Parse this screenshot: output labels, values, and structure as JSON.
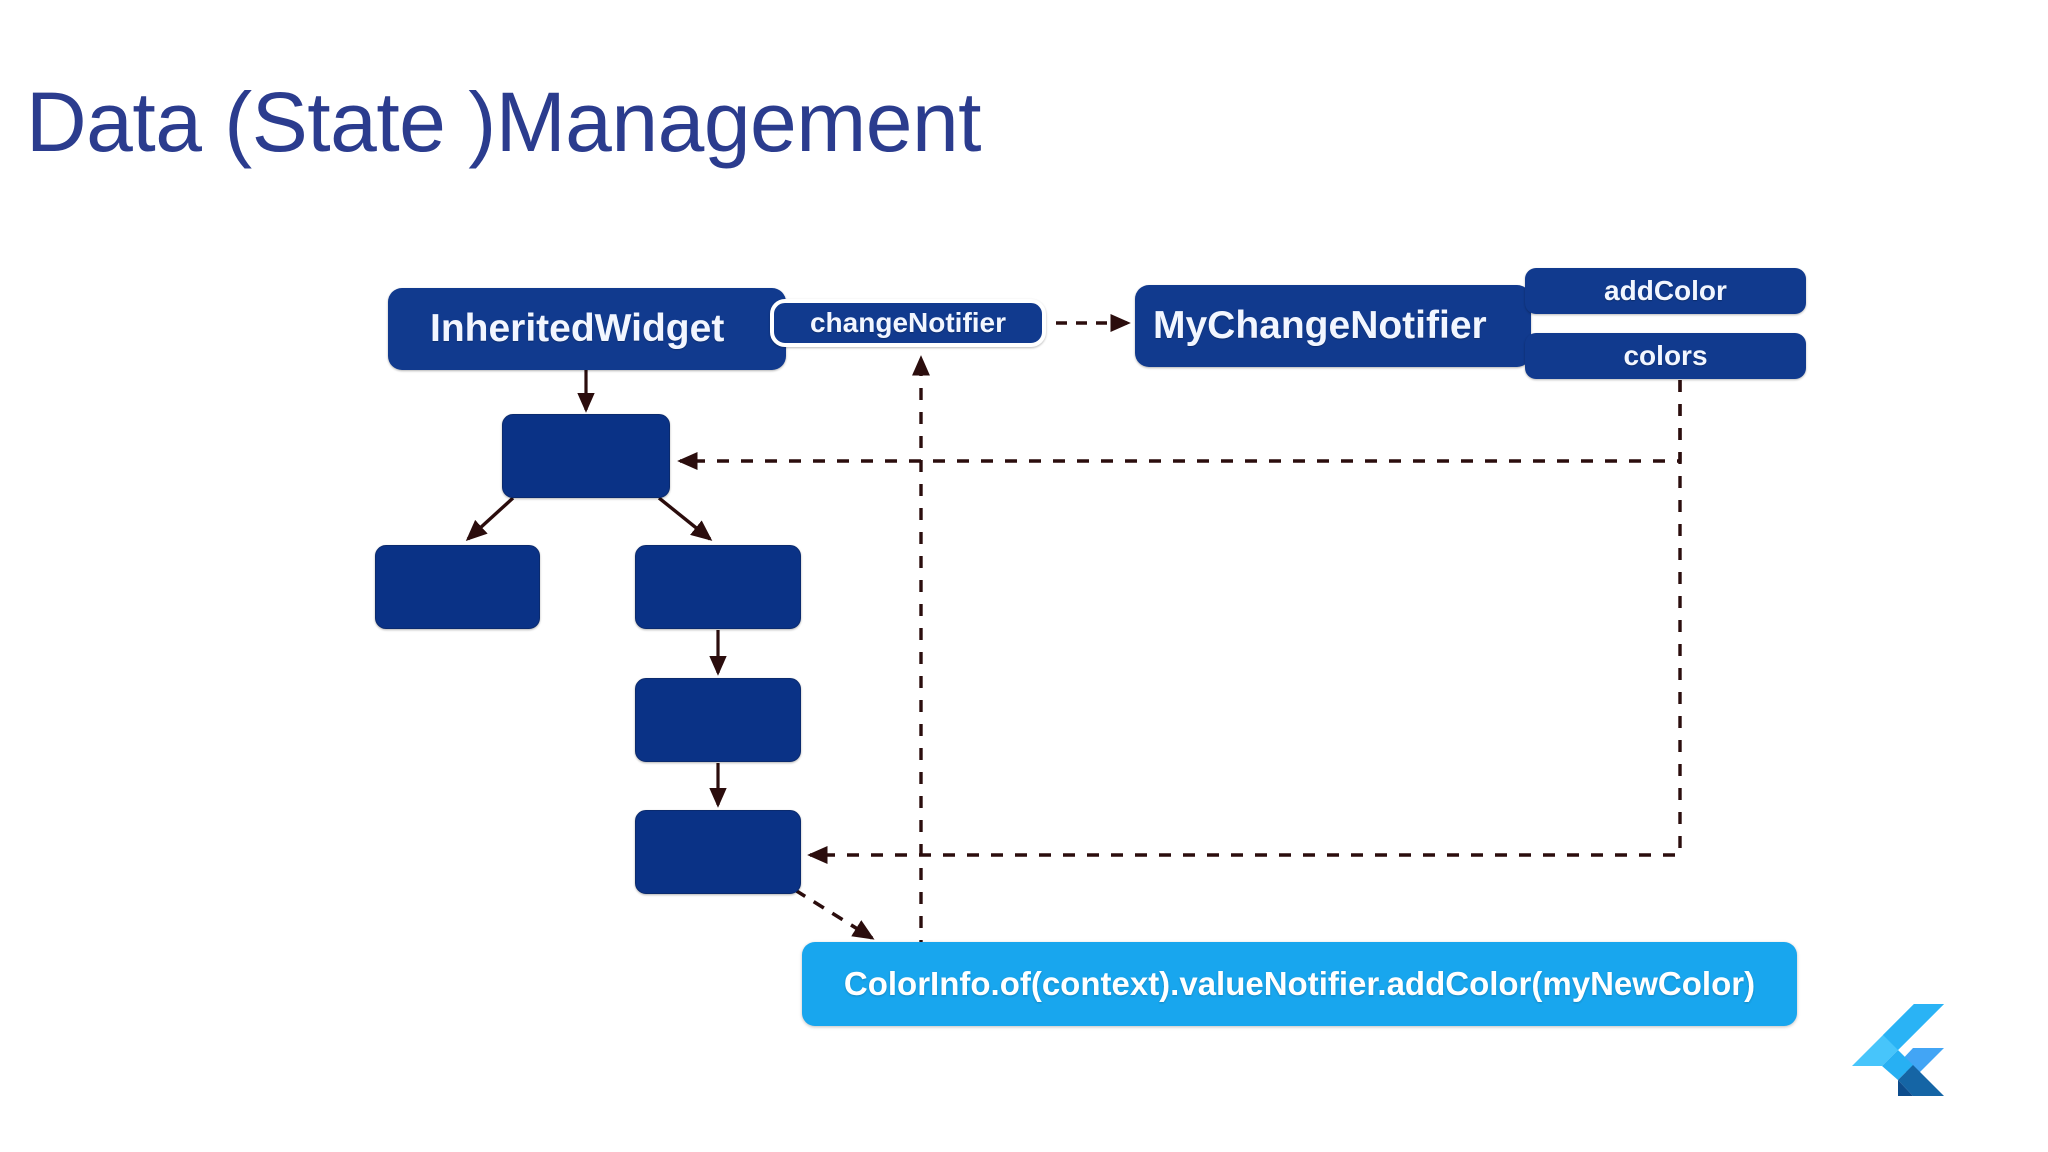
{
  "slide": {
    "title": "Data (State )Management",
    "background_color": "#ffffff",
    "title_color": "#2b3c8e"
  },
  "palette": {
    "navy": "#0a3286",
    "navy_light": "#113a8e",
    "cyan": "#18a6ee",
    "arrow": "#2b0d0d",
    "pill_outline": "#ffffff"
  },
  "diagram": {
    "type": "flow-diagram",
    "nodes": [
      {
        "id": "inherited-widget",
        "label": "InheritedWidget",
        "kind": "class-box",
        "color": "#113a8e"
      },
      {
        "id": "change-notifier",
        "label": "changeNotifier",
        "kind": "field-pill",
        "color": "#113a8e"
      },
      {
        "id": "my-change-notifier",
        "label": "MyChangeNotifier",
        "kind": "class-box",
        "color": "#113a8e"
      },
      {
        "id": "add-color",
        "label": "addColor",
        "kind": "field-pill",
        "color": "#113a8e"
      },
      {
        "id": "colors",
        "label": "colors",
        "kind": "field-pill",
        "color": "#113a8e"
      },
      {
        "id": "tree-root",
        "label": "",
        "kind": "widget-box",
        "color": "#0a3286"
      },
      {
        "id": "tree-left",
        "label": "",
        "kind": "widget-box",
        "color": "#0a3286"
      },
      {
        "id": "tree-right",
        "label": "",
        "kind": "widget-box",
        "color": "#0a3286"
      },
      {
        "id": "tree-mid",
        "label": "",
        "kind": "widget-box",
        "color": "#0a3286"
      },
      {
        "id": "tree-leaf",
        "label": "",
        "kind": "widget-box",
        "color": "#0a3286"
      },
      {
        "id": "call-site",
        "label": "ColorInfo.of(context).valueNotifier.addColor(myNewColor)",
        "kind": "code-box",
        "color": "#18a6ee"
      }
    ],
    "edges": [
      {
        "from": "inherited-widget",
        "to": "tree-root",
        "style": "solid"
      },
      {
        "from": "tree-root",
        "to": "tree-left",
        "style": "solid"
      },
      {
        "from": "tree-root",
        "to": "tree-right",
        "style": "solid"
      },
      {
        "from": "tree-right",
        "to": "tree-mid",
        "style": "solid"
      },
      {
        "from": "tree-mid",
        "to": "tree-leaf",
        "style": "solid"
      },
      {
        "from": "change-notifier",
        "to": "my-change-notifier",
        "style": "dashed"
      },
      {
        "from": "call-site",
        "to": "change-notifier",
        "style": "dashed"
      },
      {
        "from": "colors",
        "to": "tree-root",
        "style": "dashed"
      },
      {
        "from": "colors",
        "to": "tree-leaf",
        "style": "dashed"
      },
      {
        "from": "tree-leaf",
        "to": "call-site",
        "style": "dashed"
      }
    ]
  },
  "branding": {
    "logo_name": "flutter-logo",
    "logo_colors": [
      "#42a5f5",
      "#27b0f3",
      "#1565a5",
      "#0d4c8c"
    ]
  }
}
